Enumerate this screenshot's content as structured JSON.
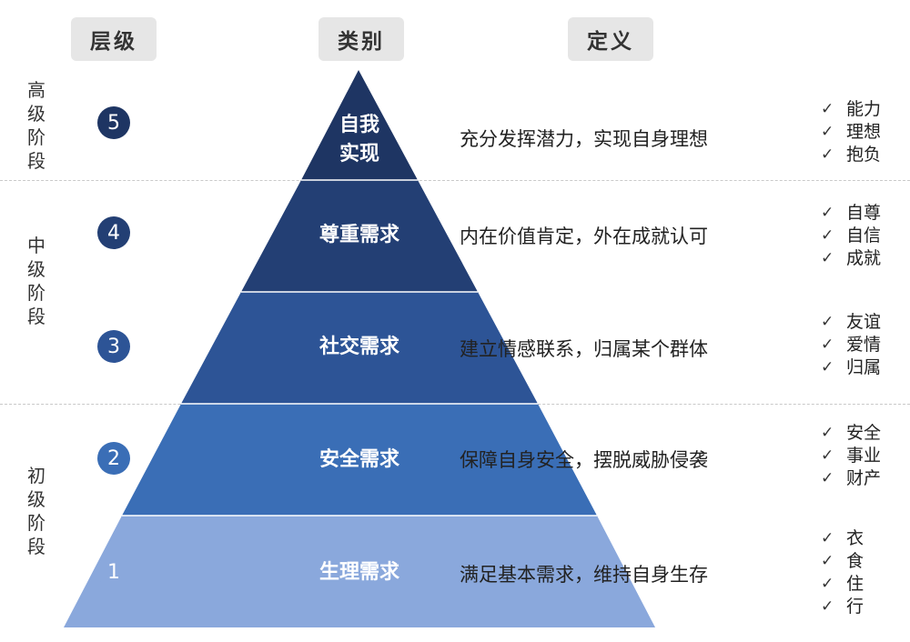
{
  "headers": {
    "level": "层级",
    "category": "类别",
    "definition": "定义"
  },
  "stages": {
    "high": "高\n级\n阶\n段",
    "mid": "中\n级\n阶\n段",
    "low": "初\n级\n阶\n段"
  },
  "levels": [
    {
      "num": "5",
      "category": "自我\n实现",
      "definition": "充分发挥潜力，实现自身理想",
      "examples": [
        "能力",
        "理想",
        "抱负"
      ],
      "color": "#1e3563"
    },
    {
      "num": "4",
      "category": "尊重需求",
      "definition": "内在价值肯定，外在成就认可",
      "examples": [
        "自尊",
        "自信",
        "成就"
      ],
      "color": "#233f74"
    },
    {
      "num": "3",
      "category": "社交需求",
      "definition": "建立情感联系，归属某个群体",
      "examples": [
        "友谊",
        "爱情",
        "归属"
      ],
      "color": "#2d5496"
    },
    {
      "num": "2",
      "category": "安全需求",
      "definition": "保障自身安全，摆脱威胁侵袭",
      "examples": [
        "安全",
        "事业",
        "财产"
      ],
      "color": "#3a6eb6"
    },
    {
      "num": "1",
      "category": "生理需求",
      "definition": "满足基本需求，维持自身生存",
      "examples": [
        "衣",
        "食",
        "住",
        "行"
      ],
      "color": "#8aa8dc"
    }
  ],
  "check_icon": "check-icon",
  "check_glyph": "✓"
}
